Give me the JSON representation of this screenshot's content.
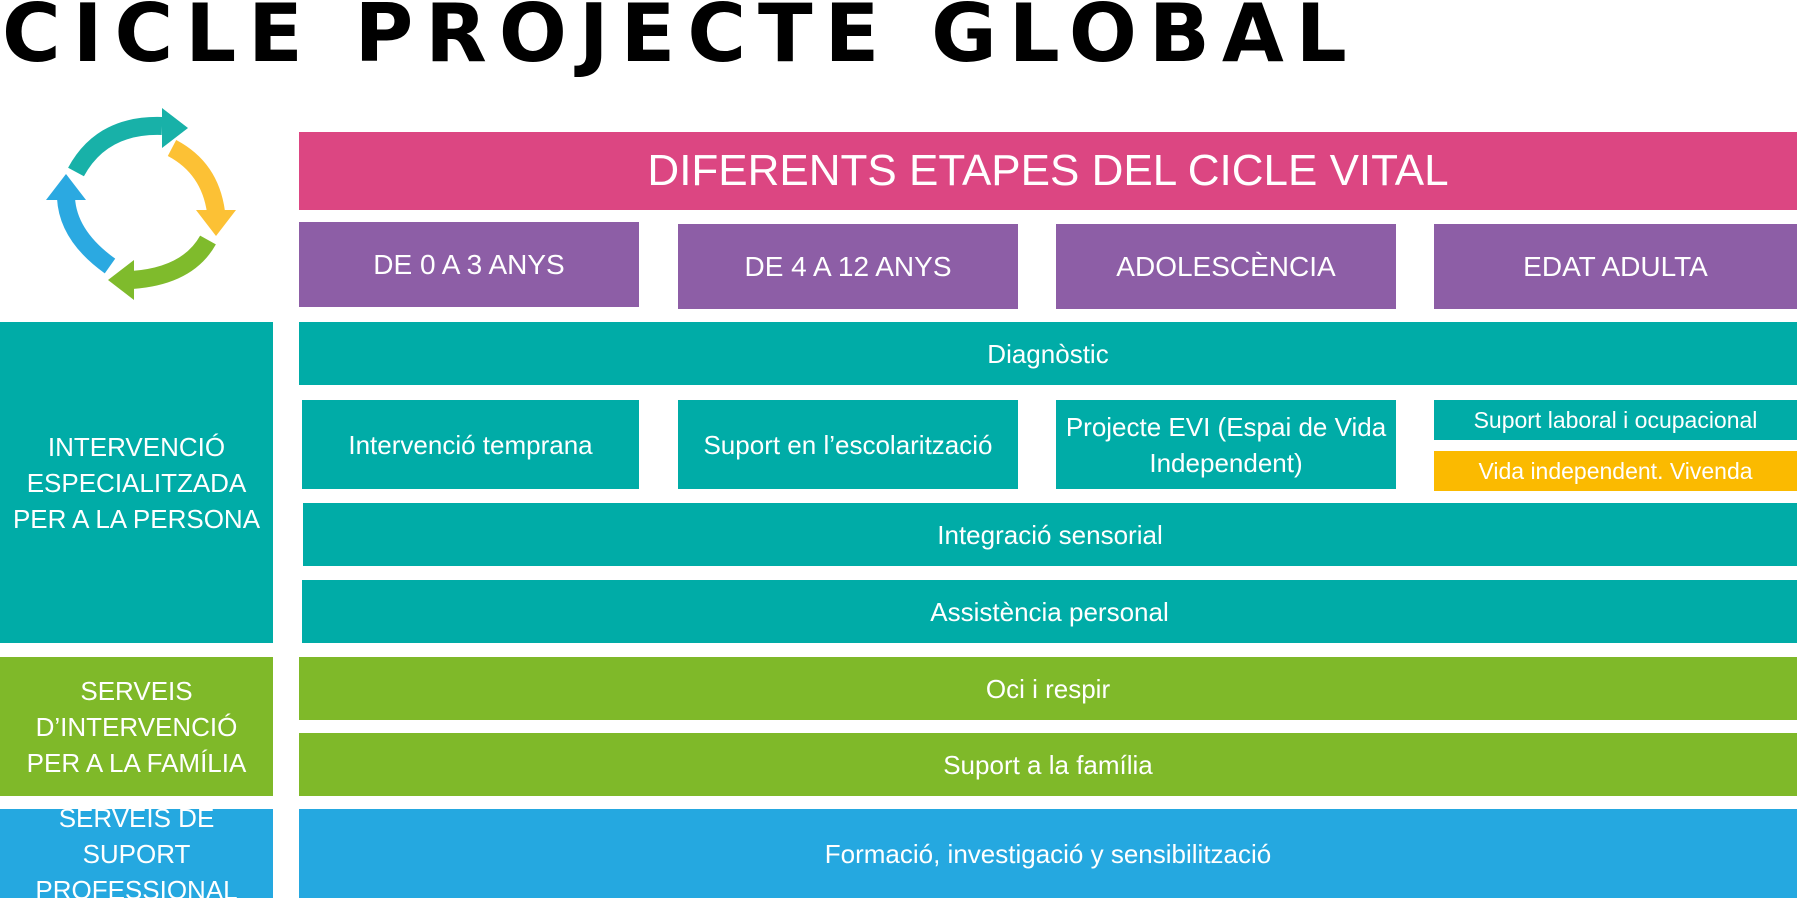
{
  "title": "CICLE PROJECTE GLOBAL",
  "banner": "DIFERENTS ETAPES DEL CICLE VITAL",
  "stages": [
    "DE 0 A 3 ANYS",
    "DE 4 A 12 ANYS",
    "ADOLESCÈNCIA",
    "EDAT ADULTA"
  ],
  "row_labels": {
    "persona": "INTERVENCIÓ ESPECIALITZADA PER A LA PERSONA",
    "familia": "SERVEIS D’INTERVENCIÓ PER A LA FAMÍLIA",
    "professional": "SERVEIS DE SUPORT PROFESSIONAL"
  },
  "services": {
    "diagnostic": "Diagnòstic",
    "intervencio_temprana": "Intervenció temprana",
    "suport_escolaritzacio": "Suport en l’escolarització",
    "projecte_evi": "Projecte EVI (Espai de Vida Independent)",
    "suport_laboral": "Suport laboral i ocupacional",
    "vida_independent": "Vida independent. Vivenda",
    "integracio_sensorial": "Integració sensorial",
    "assistencia_personal": "Assistència personal",
    "oci_respir": "Oci i respir",
    "suport_familia": "Suport a la família",
    "formacio": "Formació, investigació y sensibilització"
  },
  "colors": {
    "banner": "#dc4682",
    "stage": "#8d5ea6",
    "teal": "#00aca7",
    "green": "#7fb929",
    "blue": "#25a8e0",
    "yellow": "#fbba00"
  },
  "icons": [
    "cycle-arrows-icon"
  ]
}
